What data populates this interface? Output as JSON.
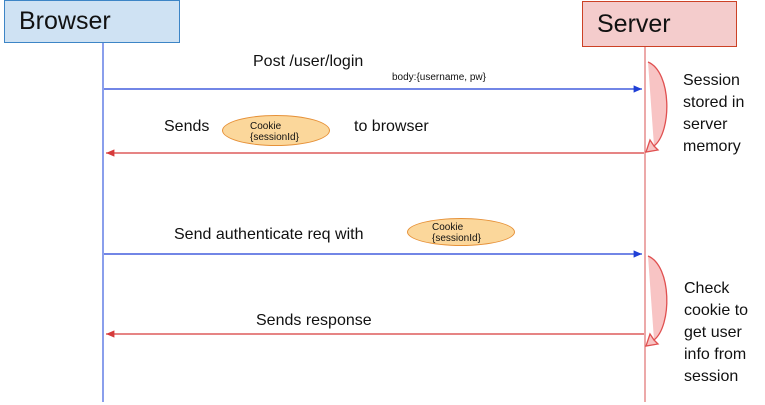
{
  "actors": {
    "browser": "Browser",
    "server": "Server"
  },
  "messages": {
    "login": {
      "label": "Post /user/login",
      "body": "body:{username, pw}"
    },
    "send_cookie": {
      "prefix": "Sends",
      "suffix": "to browser"
    },
    "auth_request": {
      "label": "Send authenticate req with"
    },
    "response": {
      "label": "Sends response"
    }
  },
  "cookie": {
    "title": "Cookie",
    "field": "{sessionId}"
  },
  "notes": {
    "session_stored": [
      "Session",
      "stored in",
      "server",
      "memory"
    ],
    "check_cookie": [
      "Check",
      "cookie to",
      "get user",
      "info from",
      "session"
    ]
  },
  "colors": {
    "request_arrow": "#1f3fd6",
    "response_arrow": "#d63a3a",
    "browser_line": "#3d5fe0",
    "server_line": "#e07070",
    "self_arrow": "#e05050"
  }
}
